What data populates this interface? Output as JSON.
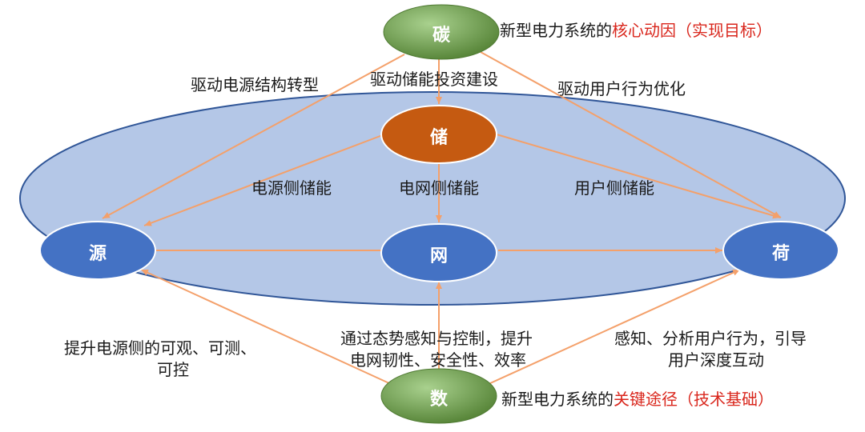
{
  "nodes": {
    "carbon": "碳",
    "storage": "储",
    "source": "源",
    "grid": "网",
    "load": "荷",
    "data": "数"
  },
  "top_caption": {
    "prefix": "新型电力系统的",
    "highlight": "核心动因（实现目标）"
  },
  "bottom_caption": {
    "prefix": "新型电力系统的",
    "highlight": "关键途径（技术基础）"
  },
  "edge_labels": {
    "carbon_to_source": "驱动电源结构转型",
    "carbon_to_storage": "驱动储能投资建设",
    "carbon_to_load": "驱动用户行为优化",
    "storage_to_source": "电源侧储能",
    "storage_to_grid": "电网侧储能",
    "storage_to_load": "用户侧储能",
    "data_to_source_line1": "提升电源侧的可观、可测、",
    "data_to_source_line2": "可控",
    "data_to_grid_line1": "通过态势感知与控制，提升",
    "data_to_grid_line2": "电网韧性、安全性、效率",
    "data_to_load_line1": "感知、分析用户行为，引导",
    "data_to_load_line2": "用户深度互动"
  },
  "colors": {
    "ellipse_fill": "#b4c7e7",
    "ellipse_stroke": "#2f5597",
    "arrow": "#f4a06a",
    "node_blue": "#4472c4",
    "node_orange": "#c55a11",
    "node_green": "#70ad47",
    "highlight_red": "#d9261c"
  }
}
